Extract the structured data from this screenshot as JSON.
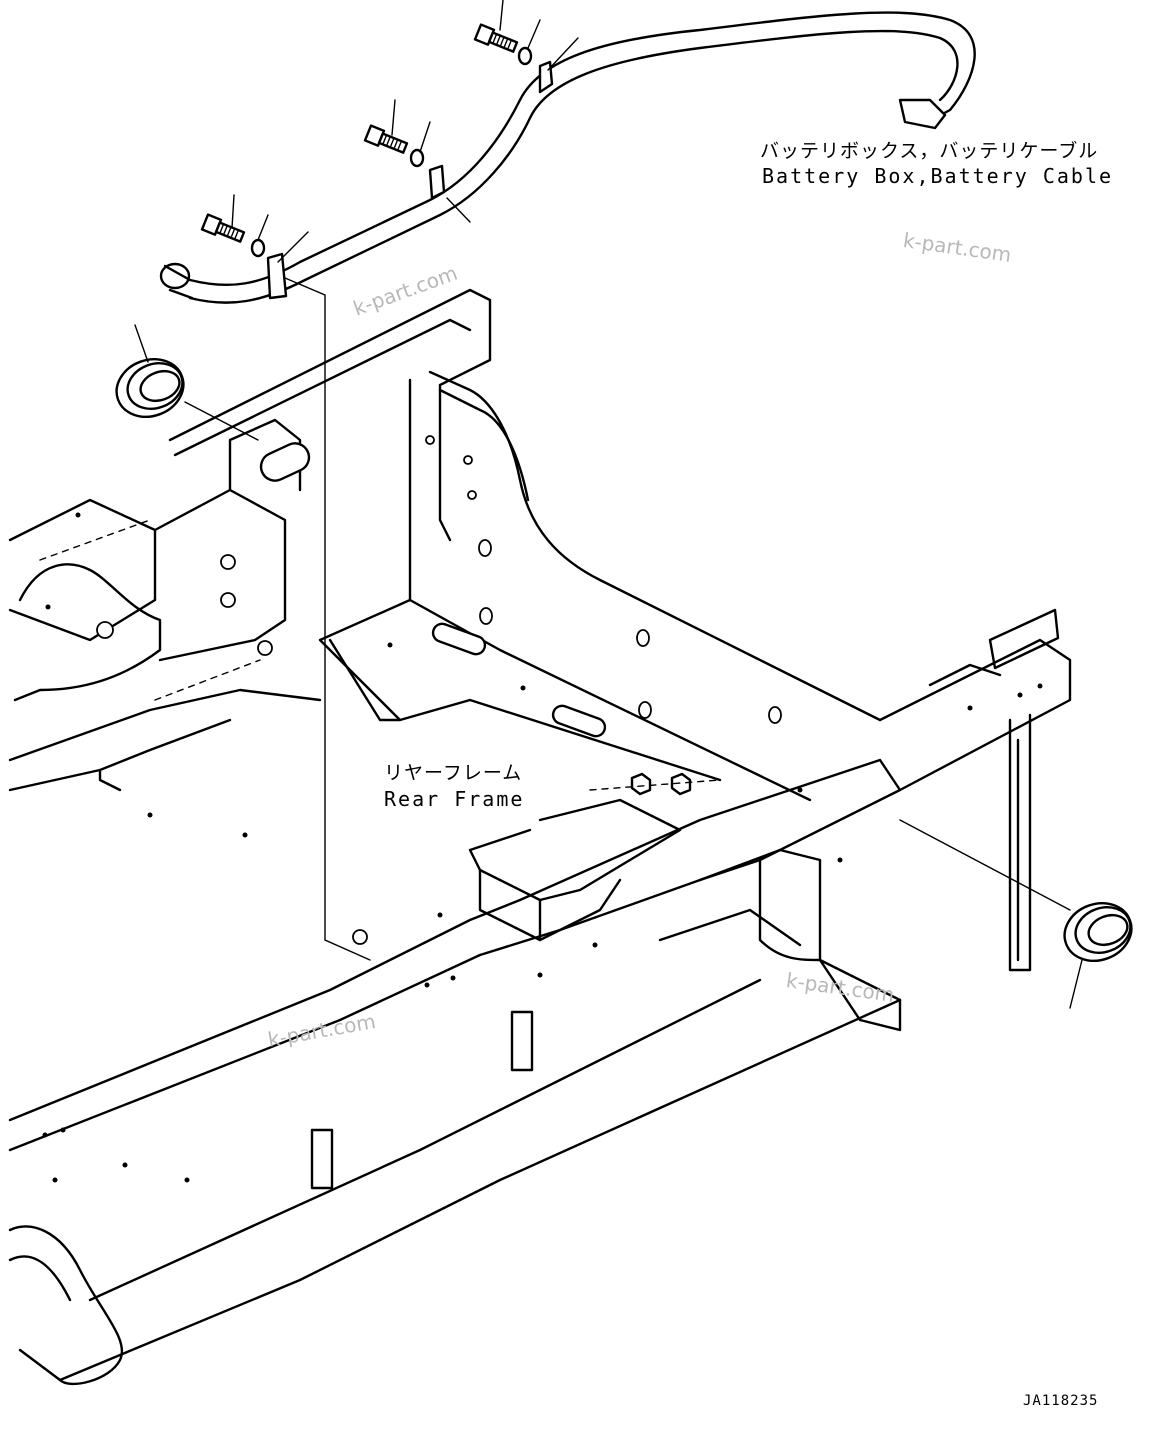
{
  "labels": {
    "battery_jp": "バッテリボックス，バッテリケーブル",
    "battery_en": "Battery Box,Battery Cable",
    "rear_jp": "リヤーフレーム",
    "rear_en": "Rear Frame"
  },
  "watermarks": [
    "k-part.com",
    "k-part.com",
    "k-part.com",
    "k-part.com"
  ],
  "drawing_code": "JA118235",
  "parts": [
    "bolt",
    "washer",
    "clamp",
    "bolt",
    "washer",
    "clamp",
    "cable",
    "bolt",
    "washer",
    "clamp",
    "grommet",
    "grommet",
    "battery-cable",
    "rear-frame"
  ]
}
